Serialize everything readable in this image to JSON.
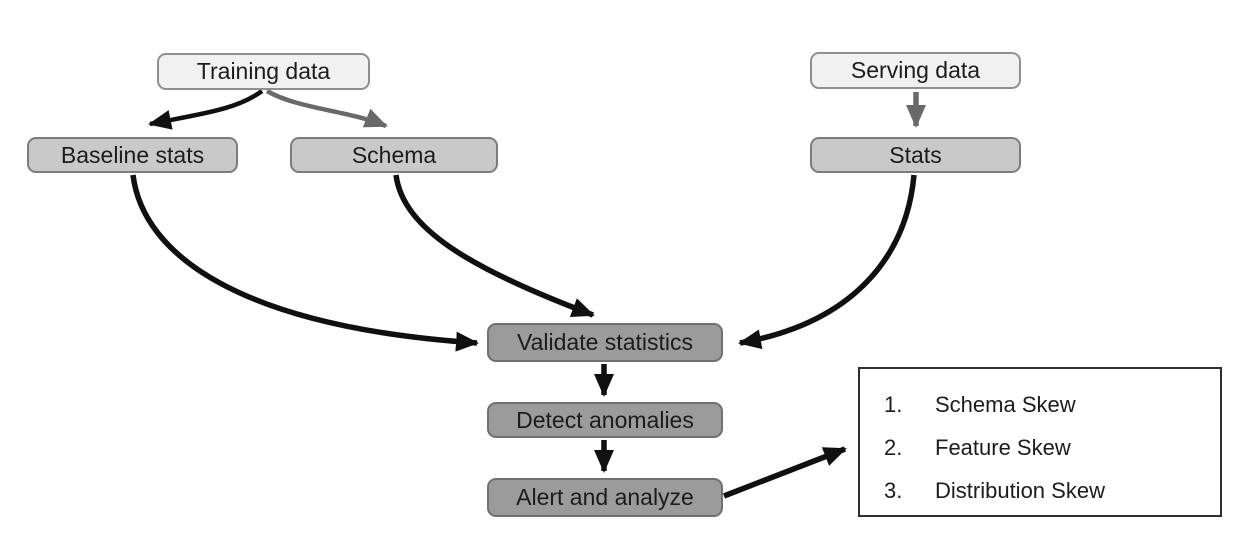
{
  "colors": {
    "light_box_fill": "#f1f1f1",
    "light_box_border": "#8f8f8f",
    "mid_box_fill": "#c9c9c9",
    "mid_box_border": "#7d7d7d",
    "dark_box_fill": "#9b9b9b",
    "dark_box_border": "#717171",
    "arrow_black": "#101010",
    "arrow_gray": "#696969",
    "list_border": "#2e2e2e",
    "text": "#1c1c1c"
  },
  "nodes": {
    "training_data": {
      "label": "Training data"
    },
    "serving_data": {
      "label": "Serving data"
    },
    "baseline_stats": {
      "label": "Baseline stats"
    },
    "schema": {
      "label": "Schema"
    },
    "stats": {
      "label": "Stats"
    },
    "validate_statistics": {
      "label": "Validate statistics"
    },
    "detect_anomalies": {
      "label": "Detect anomalies"
    },
    "alert_and_analyze": {
      "label": "Alert and analyze"
    }
  },
  "skew_list": {
    "items": [
      {
        "num": "1.",
        "label": "Schema Skew"
      },
      {
        "num": "2.",
        "label": "Feature Skew"
      },
      {
        "num": "3.",
        "label": "Distribution Skew"
      }
    ]
  }
}
